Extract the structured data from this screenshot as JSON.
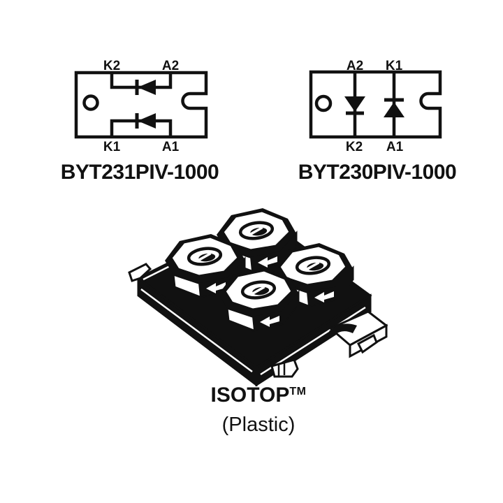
{
  "colors": {
    "ink": "#111111",
    "background": "#ffffff"
  },
  "schematics": [
    {
      "title": "BYT231PIV-1000",
      "terminals": {
        "top_left": "K2",
        "top_right": "A2",
        "bottom_left": "K1",
        "bottom_right": "A1"
      },
      "diodes": [
        {
          "anode": "A2",
          "cathode": "K2"
        },
        {
          "anode": "A1",
          "cathode": "K1"
        }
      ]
    },
    {
      "title": "BYT230PIV-1000",
      "terminals": {
        "top_left": "A2",
        "top_right": "K1",
        "bottom_left": "K2",
        "bottom_right": "A1"
      },
      "diodes": [
        {
          "anode": "A2",
          "cathode": "K2"
        },
        {
          "anode": "A1",
          "cathode": "K1"
        }
      ]
    }
  ],
  "package": {
    "name": "ISOTOP",
    "trademark": "TM",
    "material": "(Plastic)",
    "screw_terminals": 4
  }
}
